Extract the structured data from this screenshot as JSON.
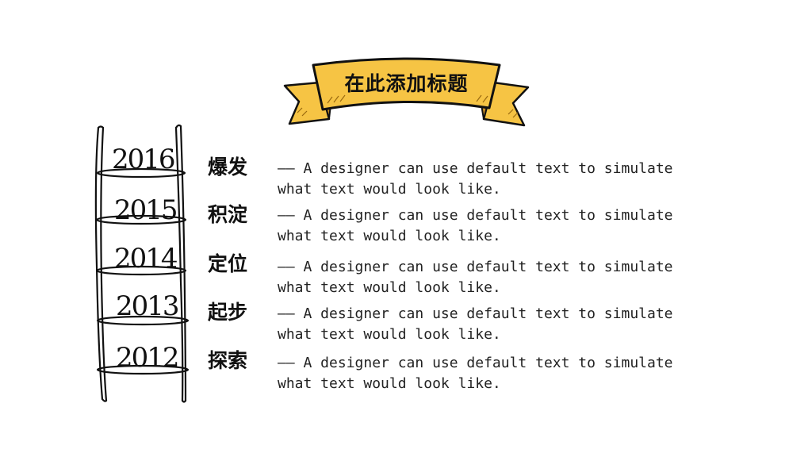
{
  "banner": {
    "title": "在此添加标题"
  },
  "colors": {
    "ribbon": "#F6C444",
    "ribbon_dark": "#E0A92B",
    "ink": "#111111"
  },
  "milestones": [
    {
      "year": "2016",
      "title": "爆发",
      "text": "—— A designer can use default text to simulate\nwhat text would look like."
    },
    {
      "year": "2015",
      "title": "积淀",
      "text": "—— A designer can use default text to simulate\nwhat text would look like."
    },
    {
      "year": "2014",
      "title": "定位",
      "text": "—— A designer can use default text to simulate\nwhat text would look like."
    },
    {
      "year": "2013",
      "title": "起步",
      "text": "—— A designer can use default text to simulate\nwhat text would look like."
    },
    {
      "year": "2012",
      "title": "探索",
      "text": "—— A designer can use default text to simulate\nwhat text would look like."
    }
  ]
}
